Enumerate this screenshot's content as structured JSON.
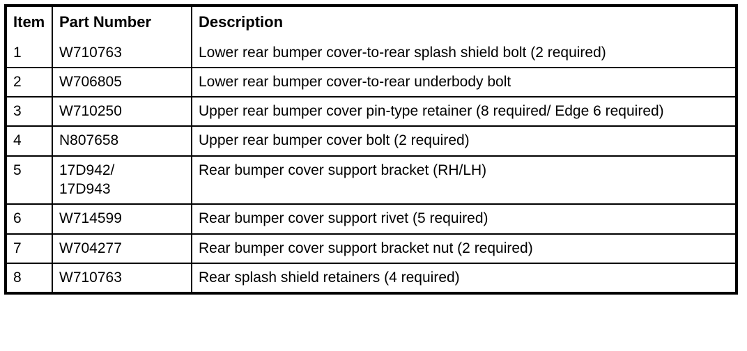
{
  "table": {
    "columns": [
      {
        "key": "item",
        "label": "Item"
      },
      {
        "key": "part_number",
        "label": "Part Number"
      },
      {
        "key": "description",
        "label": "Description"
      }
    ],
    "rows": [
      {
        "item": "1",
        "part_number": "W710763",
        "part_number_line2": "",
        "description": "Lower rear bumper cover-to-rear splash shield bolt (2 required)"
      },
      {
        "item": "2",
        "part_number": "W706805",
        "part_number_line2": "",
        "description": "Lower rear bumper cover-to-rear underbody bolt"
      },
      {
        "item": "3",
        "part_number": "W710250",
        "part_number_line2": "",
        "description": "Upper rear bumper cover pin-type retainer (8 required/ Edge 6 required)"
      },
      {
        "item": "4",
        "part_number": "N807658",
        "part_number_line2": "",
        "description": "Upper rear bumper cover bolt (2 required)"
      },
      {
        "item": "5",
        "part_number": "17D942/",
        "part_number_line2": "17D943",
        "description": "Rear bumper cover support bracket (RH/LH)"
      },
      {
        "item": "6",
        "part_number": "W714599",
        "part_number_line2": "",
        "description": "Rear bumper cover support rivet (5 required)"
      },
      {
        "item": "7",
        "part_number": "W704277",
        "part_number_line2": "",
        "description": "Rear bumper cover support bracket nut (2 required)"
      },
      {
        "item": "8",
        "part_number": "W710763",
        "part_number_line2": "",
        "description": "Rear splash shield retainers (4 required)"
      }
    ]
  },
  "colors": {
    "border": "#000000",
    "text": "#000000",
    "background": "#ffffff"
  }
}
